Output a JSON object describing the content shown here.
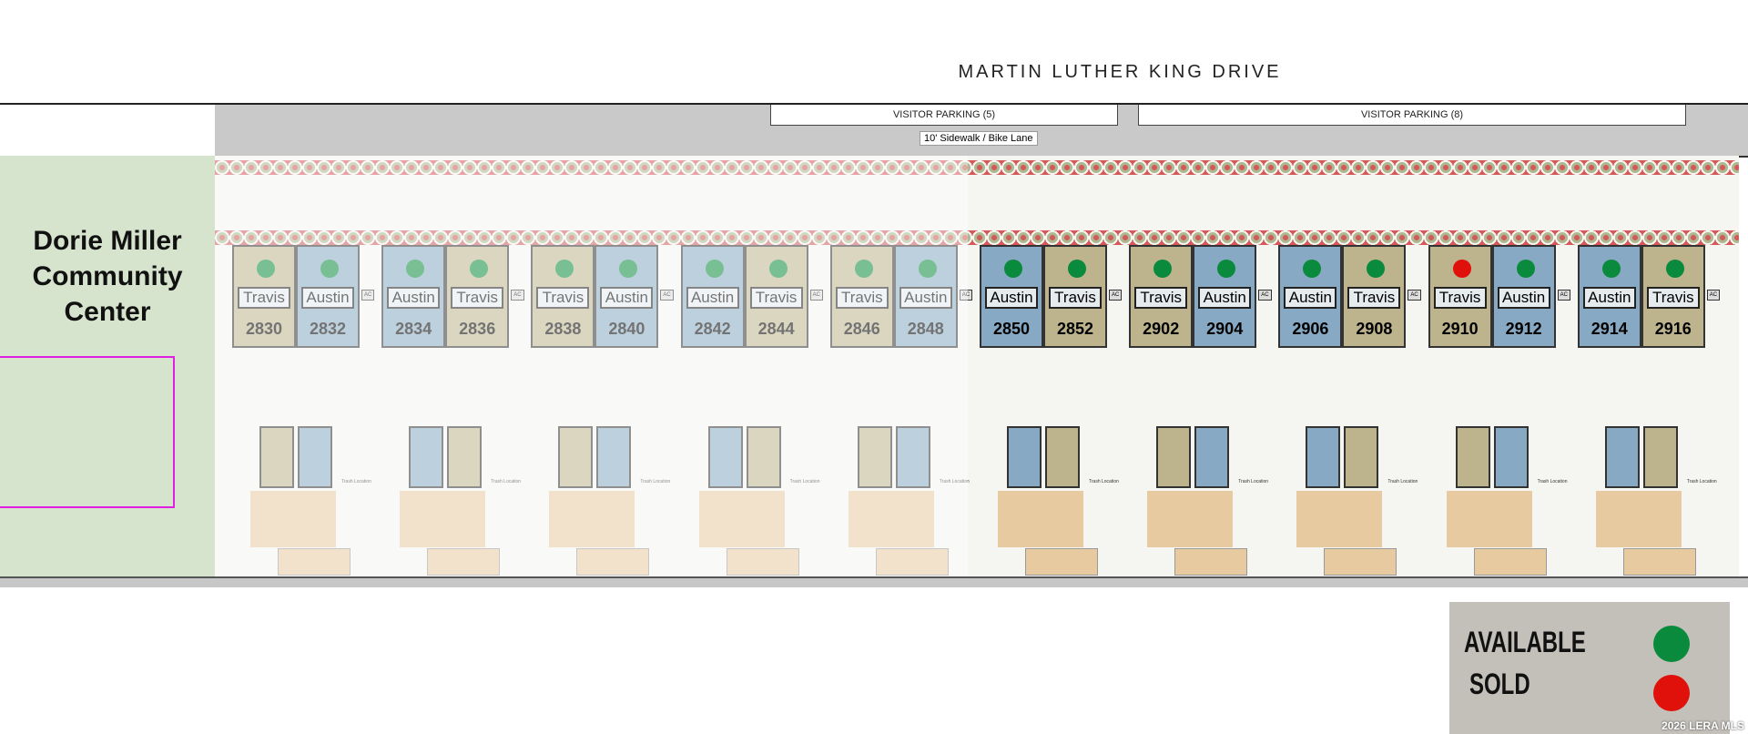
{
  "street": "MARTIN LUTHER KING DRIVE",
  "visitor_parking": [
    "VISITOR PARKING (5)",
    "VISITOR PARKING (8)"
  ],
  "sidewalk": "10' Sidewalk / Bike Lane",
  "community_center": "Dorie Miller Community Center",
  "trash_label": "Trash Location",
  "ac_label": "AC",
  "colors": {
    "austin": "#87a9c4",
    "travis": "#bdb48d",
    "available": "#0a8a3c",
    "sold": "#e0100a"
  },
  "units": [
    {
      "number": "2830",
      "type": "Travis",
      "status": "available"
    },
    {
      "number": "2832",
      "type": "Austin",
      "status": "available"
    },
    {
      "number": "2834",
      "type": "Austin",
      "status": "available"
    },
    {
      "number": "2836",
      "type": "Travis",
      "status": "available"
    },
    {
      "number": "2838",
      "type": "Travis",
      "status": "available"
    },
    {
      "number": "2840",
      "type": "Austin",
      "status": "available"
    },
    {
      "number": "2842",
      "type": "Austin",
      "status": "available"
    },
    {
      "number": "2844",
      "type": "Travis",
      "status": "available"
    },
    {
      "number": "2846",
      "type": "Travis",
      "status": "available"
    },
    {
      "number": "2848",
      "type": "Austin",
      "status": "available"
    },
    {
      "number": "2850",
      "type": "Austin",
      "status": "available"
    },
    {
      "number": "2852",
      "type": "Travis",
      "status": "available"
    },
    {
      "number": "2902",
      "type": "Travis",
      "status": "available"
    },
    {
      "number": "2904",
      "type": "Austin",
      "status": "available"
    },
    {
      "number": "2906",
      "type": "Austin",
      "status": "available"
    },
    {
      "number": "2908",
      "type": "Travis",
      "status": "available"
    },
    {
      "number": "2910",
      "type": "Travis",
      "status": "sold"
    },
    {
      "number": "2912",
      "type": "Austin",
      "status": "available"
    },
    {
      "number": "2914",
      "type": "Austin",
      "status": "available"
    },
    {
      "number": "2916",
      "type": "Travis",
      "status": "available"
    }
  ],
  "legend": {
    "available": "AVAILABLE",
    "sold": "SOLD"
  },
  "watermark": "2026 LERA MLS"
}
